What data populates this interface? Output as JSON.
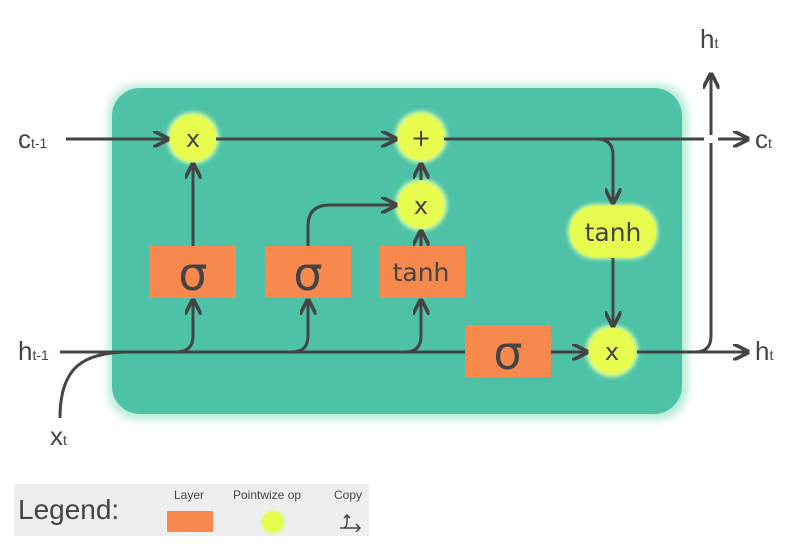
{
  "colors": {
    "cell": "#4dc2a7",
    "layer": "#f7894f",
    "pointwise": "#e8fb4f",
    "arrow": "#444444"
  },
  "labels": {
    "c_prev": {
      "main": "c",
      "sub": "t-1"
    },
    "h_prev": {
      "main": "h",
      "sub": "t-1"
    },
    "x_in": {
      "main": "x",
      "sub": "t"
    },
    "c_out": {
      "main": "c",
      "sub": "t"
    },
    "h_out_right": {
      "main": "h",
      "sub": "t"
    },
    "h_out_top": {
      "main": "h",
      "sub": "t"
    }
  },
  "layers": {
    "forget_gate": "σ",
    "input_gate": "σ",
    "candidate": "tanh",
    "output_gate": "σ"
  },
  "pointwise": {
    "forget_mult": "x",
    "add": "+",
    "input_mult": "x",
    "tanh": "tanh",
    "output_mult": "x"
  },
  "legend": {
    "title": "Legend:",
    "layer": "Layer",
    "pointwise": "Pointwize op",
    "copy": "Copy"
  }
}
